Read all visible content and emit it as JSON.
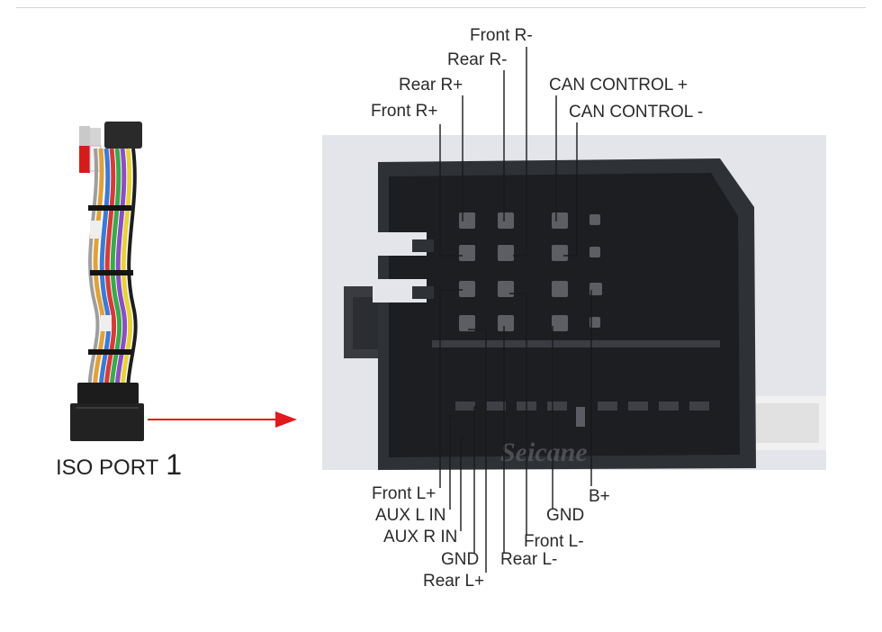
{
  "port_title": "ISO PORT",
  "port_number": "1",
  "watermark": "Seicane",
  "labels_top": {
    "front_r_minus": "Front R-",
    "rear_r_minus": "Rear R-",
    "rear_r_plus": "Rear R+",
    "front_r_plus": "Front R+",
    "can_control_plus": "CAN CONTROL +",
    "can_control_minus": "CAN CONTROL -"
  },
  "labels_bottom": {
    "front_l_plus": "Front L+",
    "aux_l_in": "AUX L IN",
    "aux_r_in": "AUX R IN",
    "gnd_1": "GND",
    "rear_l_plus": "Rear L+",
    "rear_l_minus": "Rear L-",
    "front_l_minus": "Front L-",
    "gnd_2": "GND",
    "b_plus": "B+"
  },
  "colors": {
    "arrow": "#e01b1b",
    "leader_line": "#1a1a1a",
    "connector_body": "#2e3135",
    "photo_background": "#e4e5ea"
  }
}
